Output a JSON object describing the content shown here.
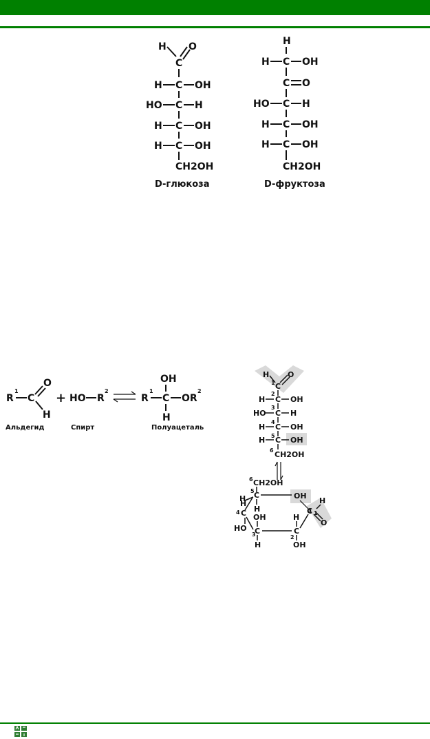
{
  "colors": {
    "header_bar": "#008000",
    "rule": "#008000",
    "highlight": "#d9d9d9"
  },
  "structures": {
    "glucose": {
      "caption": "D-глюкоза",
      "top": {
        "h": "H",
        "o": "O",
        "c": "C"
      },
      "rows": [
        {
          "left": "H",
          "c": "C",
          "right": "OH"
        },
        {
          "left": "HO",
          "c": "C",
          "right": "H"
        },
        {
          "left": "H",
          "c": "C",
          "right": "OH"
        },
        {
          "left": "H",
          "c": "C",
          "right": "OH"
        }
      ],
      "bottom": "CH2OH"
    },
    "fructose": {
      "caption": "D-фруктоза",
      "top": {
        "h": "H",
        "c1": "C",
        "c1_right": "OH",
        "c1_left": "H",
        "c2": "C",
        "o": "O"
      },
      "rows": [
        {
          "left": "HO",
          "c": "C",
          "right": "H"
        },
        {
          "left": "H",
          "c": "C",
          "right": "OH"
        },
        {
          "left": "H",
          "c": "C",
          "right": "OH"
        }
      ],
      "bottom": "CH2OH"
    }
  },
  "reaction": {
    "aldehyde": {
      "r": "R",
      "r_num": "1",
      "c": "C",
      "o": "O",
      "h": "H",
      "caption": "Альдегид"
    },
    "plus": "+",
    "alcohol": {
      "ho": "HO",
      "r": "R",
      "r_num": "2",
      "caption": "Спирт"
    },
    "hemiacetal": {
      "r": "R",
      "r_num": "1",
      "c": "C",
      "oh": "OH",
      "h": "H",
      "or": "OR",
      "or_num": "2",
      "caption": "Полуацеталь"
    }
  },
  "cyclization": {
    "open": {
      "top": {
        "h": "H",
        "o": "O",
        "c": "C",
        "num": "1"
      },
      "rows": [
        {
          "num": "2",
          "left": "H",
          "c": "C",
          "right": "OH"
        },
        {
          "num": "3",
          "left": "HO",
          "c": "C",
          "right": "H"
        },
        {
          "num": "4",
          "left": "H",
          "c": "C",
          "right": "OH"
        },
        {
          "num": "5",
          "left": "H",
          "c": "C",
          "right": "OH"
        }
      ],
      "bottom": {
        "num": "6",
        "text": "CH2OH"
      }
    },
    "ring": {
      "c6": {
        "num": "6",
        "text": "CH2OH"
      },
      "c5": {
        "num": "5",
        "c": "C",
        "h_top": "H",
        "h_bottom": "H"
      },
      "oh5": "OH",
      "c4": {
        "num": "4",
        "c": "C",
        "h": "H",
        "oh": "HO"
      },
      "c3": {
        "num": "3",
        "c": "C",
        "oh": "OH",
        "h": "H"
      },
      "c2": {
        "num": "2",
        "c": "C",
        "h": "H",
        "oh": "OH"
      },
      "c1": {
        "num": "1",
        "c": "C",
        "h": "H",
        "o": "O"
      }
    }
  }
}
